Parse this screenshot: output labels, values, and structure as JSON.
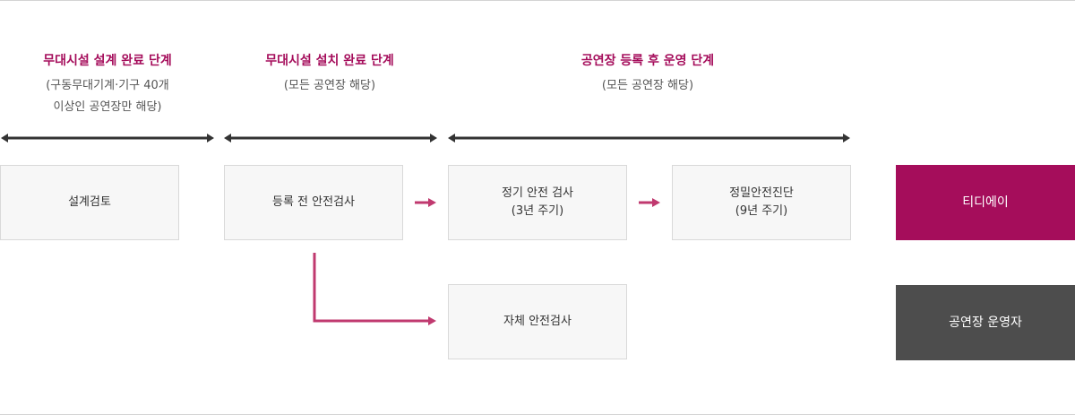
{
  "colors": {
    "accent": "#a50d5b",
    "arrow": "#c0396f",
    "timeline": "#333333",
    "operator": "#4d4d4d",
    "box_bg": "#f7f7f7",
    "box_border": "#d9d9d9"
  },
  "phases": [
    {
      "title": "무대시설 설계 완료 단계",
      "subtitle": "(구동무대기계·기구 40개\n이상인 공연장만 해당)"
    },
    {
      "title": "무대시설 설치 완료 단계",
      "subtitle": "(모든 공연장 해당)"
    },
    {
      "title": "공연장 등록 후 운영 단계",
      "subtitle": "(모든 공연장 해당)"
    }
  ],
  "steps": {
    "design_review": "설계검토",
    "pre_registration": "등록 전 안전검사",
    "regular_inspection": "정기 안전 검사\n(3년 주기)",
    "precision_diagnosis": "정밀안전진단\n(9년 주기)",
    "self_inspection": "자체 안전검사"
  },
  "actors": {
    "tdi": "티디에이",
    "operator": "공연장 운영자"
  }
}
